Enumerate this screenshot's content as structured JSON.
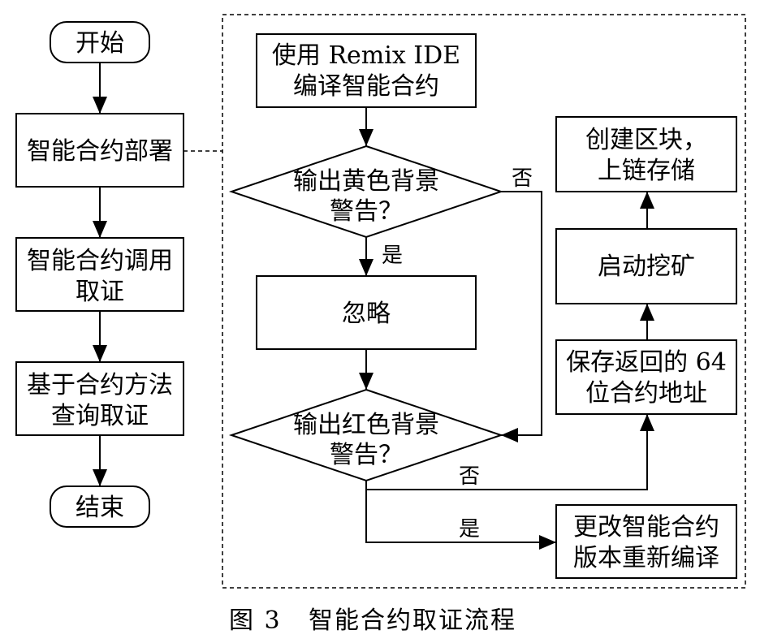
{
  "nodes": {
    "start": "开始",
    "deploy": "智能合约部署",
    "invoke": [
      "智能合约调用",
      "取证"
    ],
    "query": [
      "基于合约方法",
      "查询取证"
    ],
    "end": "结束",
    "compile": [
      "使用 Remix IDE",
      "编译智能合约"
    ],
    "yellow_warning": [
      "输出黄色背景",
      "警告？"
    ],
    "ignore": "忽略",
    "red_warning": [
      "输出红色背景",
      "警告？"
    ],
    "save_address": [
      "保存返回的 64",
      "位合约地址"
    ],
    "mine": "启动挖矿",
    "create_block": [
      "创建区块，",
      "上链存储"
    ],
    "recompile": [
      "更改智能合约",
      "版本重新编译"
    ]
  },
  "edge_labels": {
    "yellow_no": "否",
    "yellow_yes": "是",
    "red_no": "否",
    "red_yes": "是"
  },
  "caption": {
    "figure": "图 3",
    "title": "智能合约取证流程"
  }
}
